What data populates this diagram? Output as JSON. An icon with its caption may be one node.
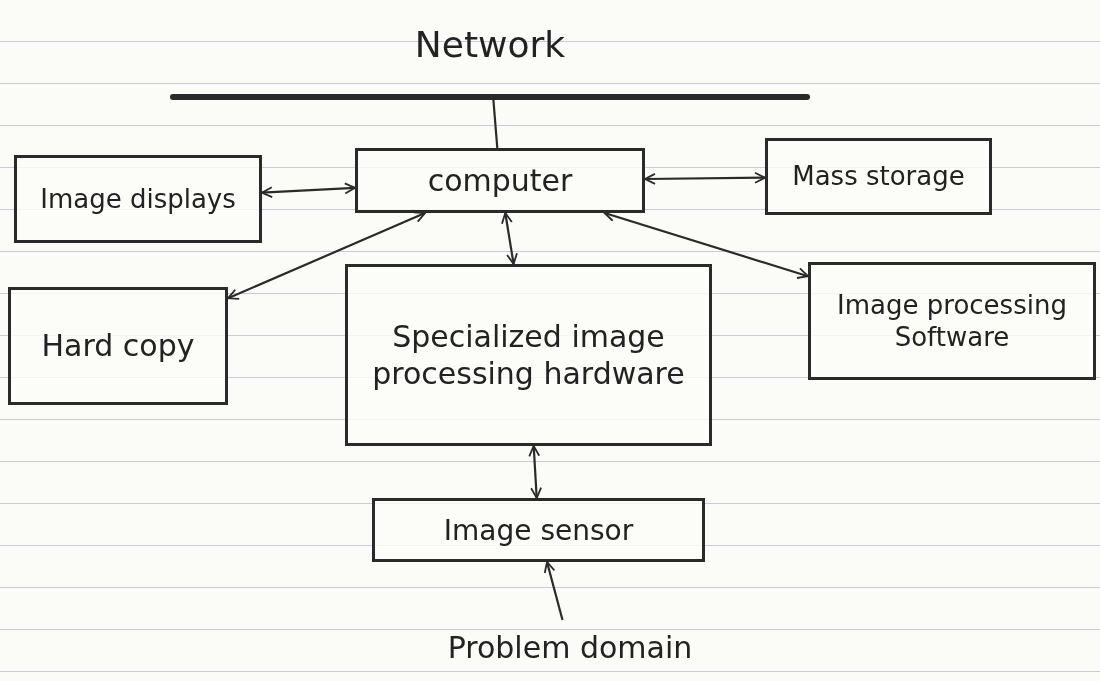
{
  "diagram": {
    "nodes": [
      {
        "text": [
          "Network"
        ]
      },
      {
        "text": [
          "Image displays"
        ]
      },
      {
        "text": [
          "computer"
        ]
      },
      {
        "text": [
          "Mass storage"
        ]
      },
      {
        "text": [
          "Hard copy"
        ]
      },
      {
        "text": [
          "Specialized image processing hardware"
        ]
      },
      {
        "text": [
          "Image processing Software"
        ]
      },
      {
        "text": [
          "Image sensor"
        ]
      },
      {
        "text": [
          "Problem domain"
        ]
      }
    ],
    "edges": [
      {
        "from": 2,
        "to": 0,
        "arrow": "none"
      },
      {
        "from": 1,
        "to": 2,
        "arrow": "both"
      },
      {
        "from": 2,
        "to": 3,
        "arrow": "both"
      },
      {
        "from": 2,
        "to": 4,
        "arrow": "both"
      },
      {
        "from": 2,
        "to": 5,
        "arrow": "both"
      },
      {
        "from": 2,
        "to": 6,
        "arrow": "both"
      },
      {
        "from": 5,
        "to": 7,
        "arrow": "both"
      },
      {
        "from": 8,
        "to": 7,
        "arrow": "to"
      }
    ]
  }
}
